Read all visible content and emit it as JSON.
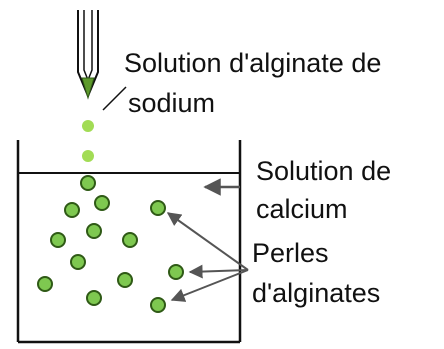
{
  "labels": {
    "sodium_alginate_line1": "Solution d'alginate de",
    "sodium_alginate_line2": "sodium",
    "calcium_line1": "Solution de",
    "calcium_line2": "calcium",
    "beads_line1": "Perles",
    "beads_line2": "d'alginates"
  },
  "colors": {
    "bead_fill": "#7ec850",
    "bead_stroke": "#2f5a16",
    "drop_fill": "#a2dc55",
    "pipette_tip_fill": "#5e9a2c",
    "line": "#111111",
    "arrow": "#555555"
  }
}
